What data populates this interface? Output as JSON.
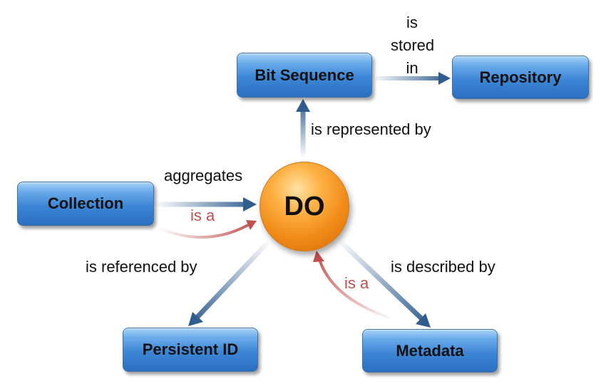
{
  "nodes": {
    "center": "DO",
    "bit_sequence": "Bit Sequence",
    "repository": "Repository",
    "collection": "Collection",
    "persistent_id": "Persistent ID",
    "metadata": "Metadata"
  },
  "edges": {
    "stored_in": "is stored in",
    "represented_by": "is represented by",
    "aggregates": "aggregates",
    "collection_is_a": "is a",
    "referenced_by": "is referenced by",
    "described_by": "is described by",
    "metadata_is_a": "is a"
  },
  "colors": {
    "node_blue": "#3d86d6",
    "arrow_blue": "#2f5d8e",
    "center_orange": "#f08a17",
    "isa_red": "#c0504d"
  }
}
